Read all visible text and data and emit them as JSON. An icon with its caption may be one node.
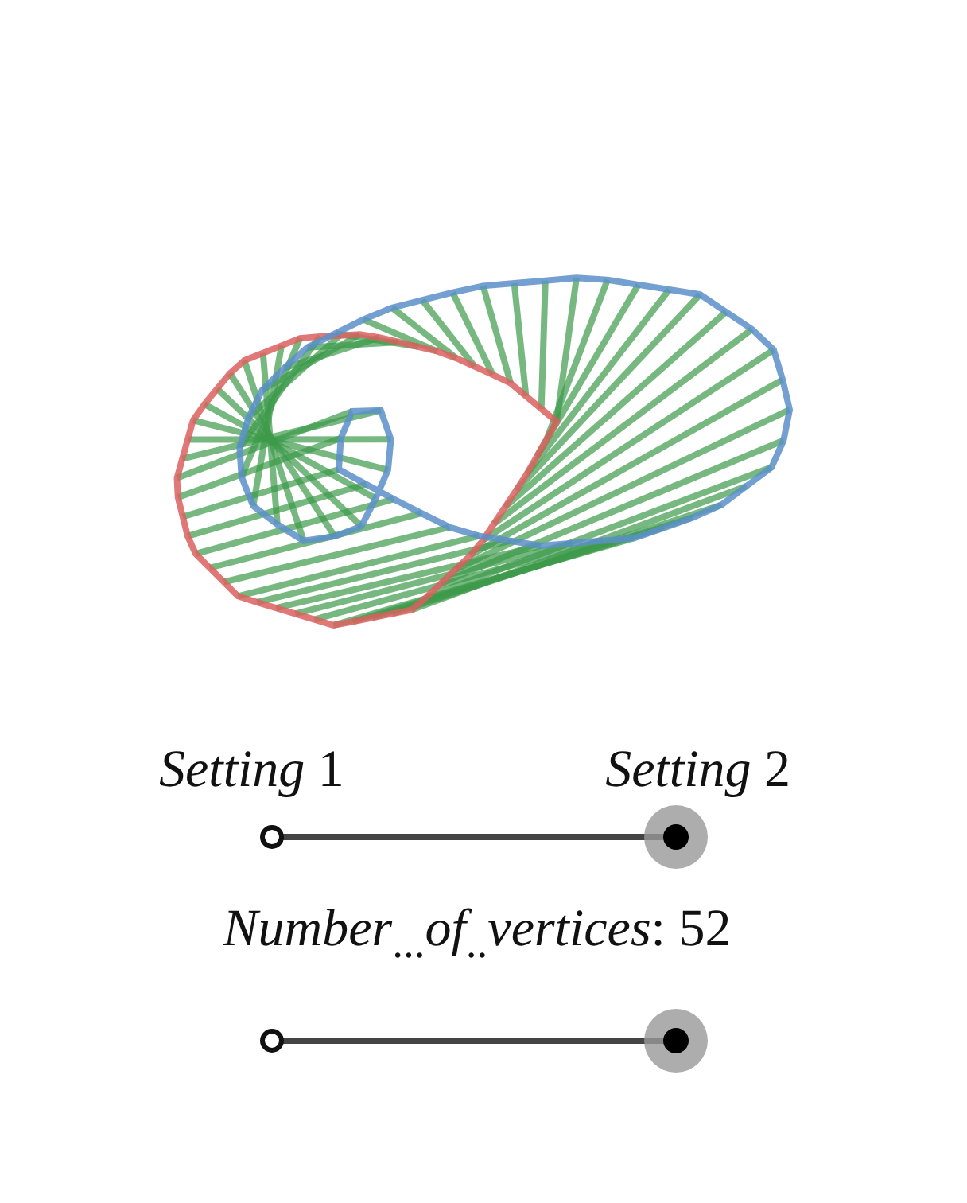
{
  "diagram": {
    "labels": [
      "*Setting* 1",
      "*Setting* 2",
      "*Number*$_{...}$*of*$_{..}$*vertices*: 52"
    ]
  }
}
